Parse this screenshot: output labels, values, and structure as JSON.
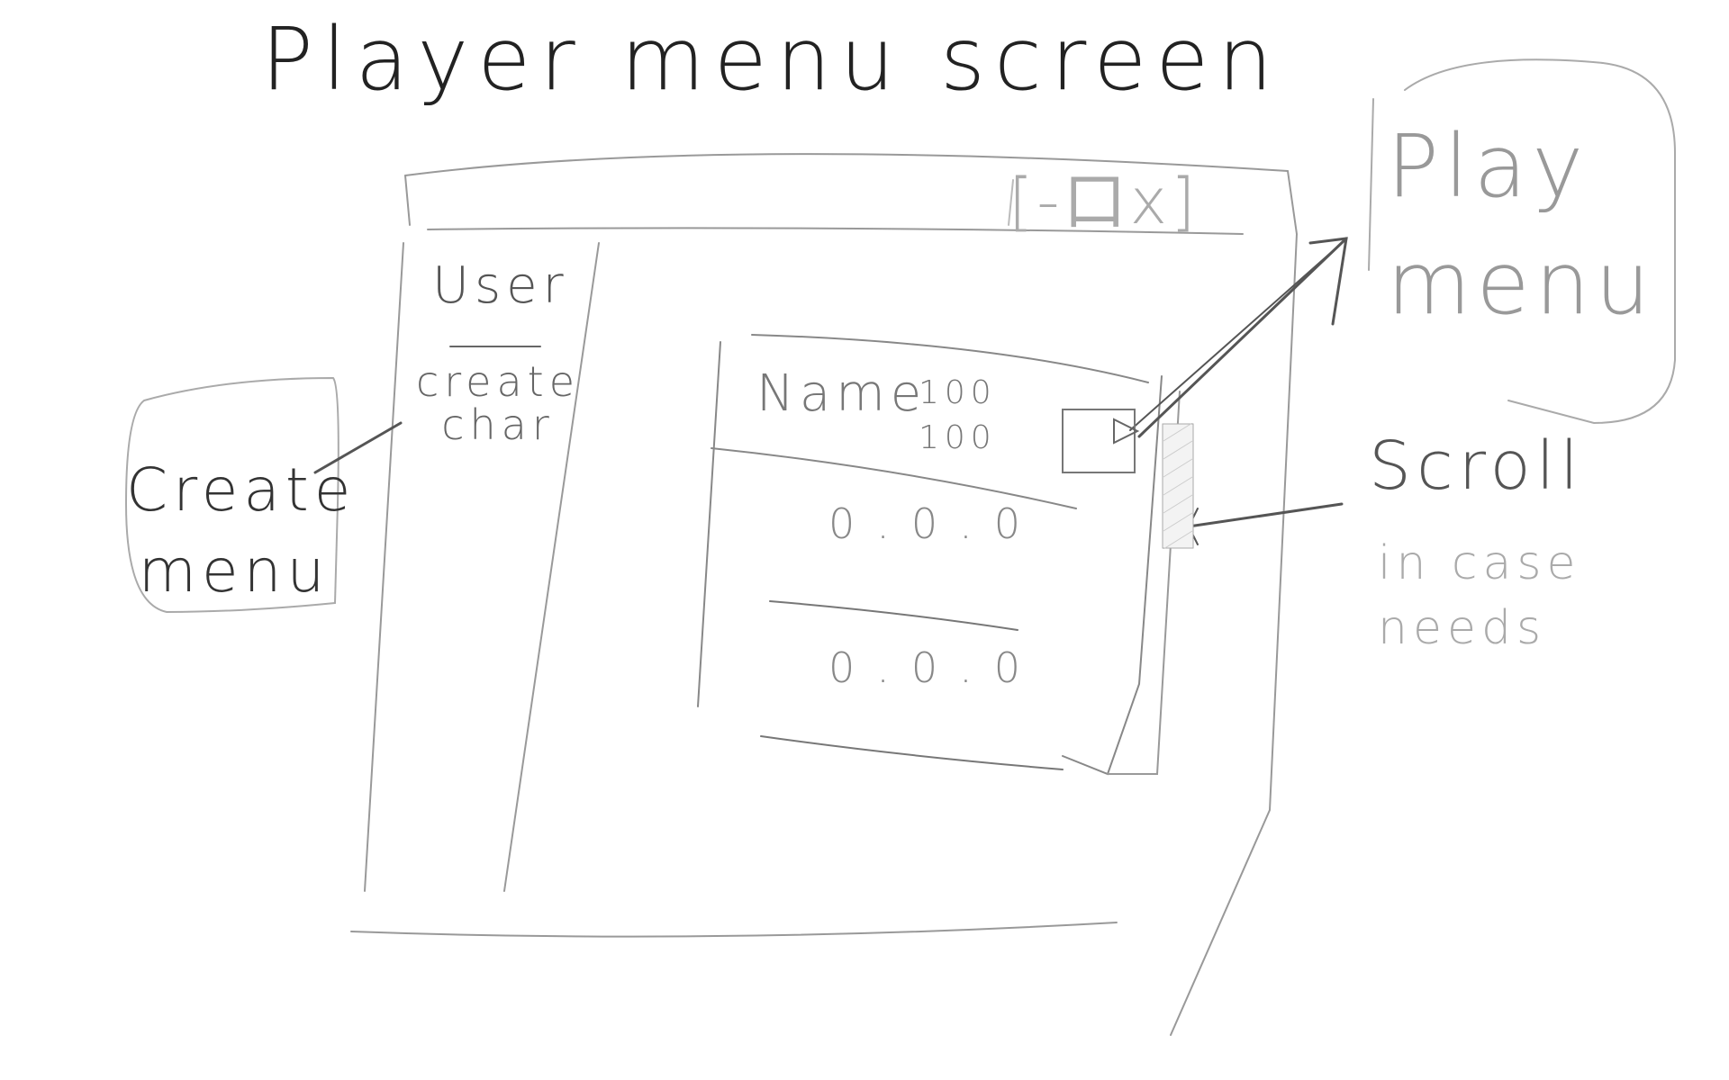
{
  "title": "Player menu screen",
  "window": {
    "title_controls": "[-口x]",
    "sidebar": {
      "user_label": "User",
      "create_char_label": "create char"
    },
    "character_list": {
      "selected": {
        "name": "Name",
        "stat1": "100",
        "stat2": "100"
      },
      "rows": [
        "0.0.0",
        "0.0.0"
      ]
    }
  },
  "annotations": {
    "create_menu": "Create menu",
    "play_menu": "Play menu",
    "scroll": "Scroll",
    "scroll_note": "in case needs"
  }
}
